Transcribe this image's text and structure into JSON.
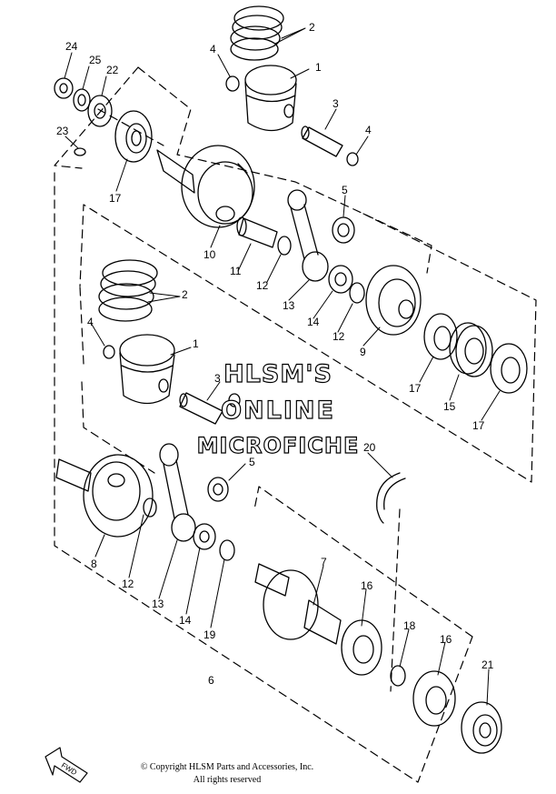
{
  "diagram": {
    "callouts": [
      {
        "id": "c2a",
        "text": "2"
      },
      {
        "id": "c24",
        "text": "24"
      },
      {
        "id": "c25",
        "text": "25"
      },
      {
        "id": "c22",
        "text": "22"
      },
      {
        "id": "c4a",
        "text": "4"
      },
      {
        "id": "c1a",
        "text": "1"
      },
      {
        "id": "c23",
        "text": "23"
      },
      {
        "id": "c3a",
        "text": "3"
      },
      {
        "id": "c4b",
        "text": "4"
      },
      {
        "id": "c17a",
        "text": "17"
      },
      {
        "id": "c5a",
        "text": "5"
      },
      {
        "id": "c10",
        "text": "10"
      },
      {
        "id": "c11",
        "text": "11"
      },
      {
        "id": "c12a",
        "text": "12"
      },
      {
        "id": "c13a",
        "text": "13"
      },
      {
        "id": "c14a",
        "text": "14"
      },
      {
        "id": "c12b",
        "text": "12"
      },
      {
        "id": "c2b",
        "text": "2"
      },
      {
        "id": "c9",
        "text": "9"
      },
      {
        "id": "c4c",
        "text": "4"
      },
      {
        "id": "c1b",
        "text": "1"
      },
      {
        "id": "c17b",
        "text": "17"
      },
      {
        "id": "c15",
        "text": "15"
      },
      {
        "id": "c17c",
        "text": "17"
      },
      {
        "id": "c3b",
        "text": "3"
      },
      {
        "id": "c20",
        "text": "20"
      },
      {
        "id": "c5b",
        "text": "5"
      },
      {
        "id": "c8",
        "text": "8"
      },
      {
        "id": "c12c",
        "text": "12"
      },
      {
        "id": "c7",
        "text": "7"
      },
      {
        "id": "c16a",
        "text": "16"
      },
      {
        "id": "c13b",
        "text": "13"
      },
      {
        "id": "c14b",
        "text": "14"
      },
      {
        "id": "c19",
        "text": "19"
      },
      {
        "id": "c18",
        "text": "18"
      },
      {
        "id": "c16b",
        "text": "16"
      },
      {
        "id": "c6",
        "text": "6"
      },
      {
        "id": "c21",
        "text": "21"
      }
    ],
    "fwd_label": "FWD"
  },
  "watermark": {
    "line1": "HLSM'S",
    "line2": "ONLINE",
    "line3": "MICROFICHE"
  },
  "copyright": {
    "line1": "© Copyright HLSM Parts and Accessories, Inc.",
    "line2": "All rights reserved"
  }
}
